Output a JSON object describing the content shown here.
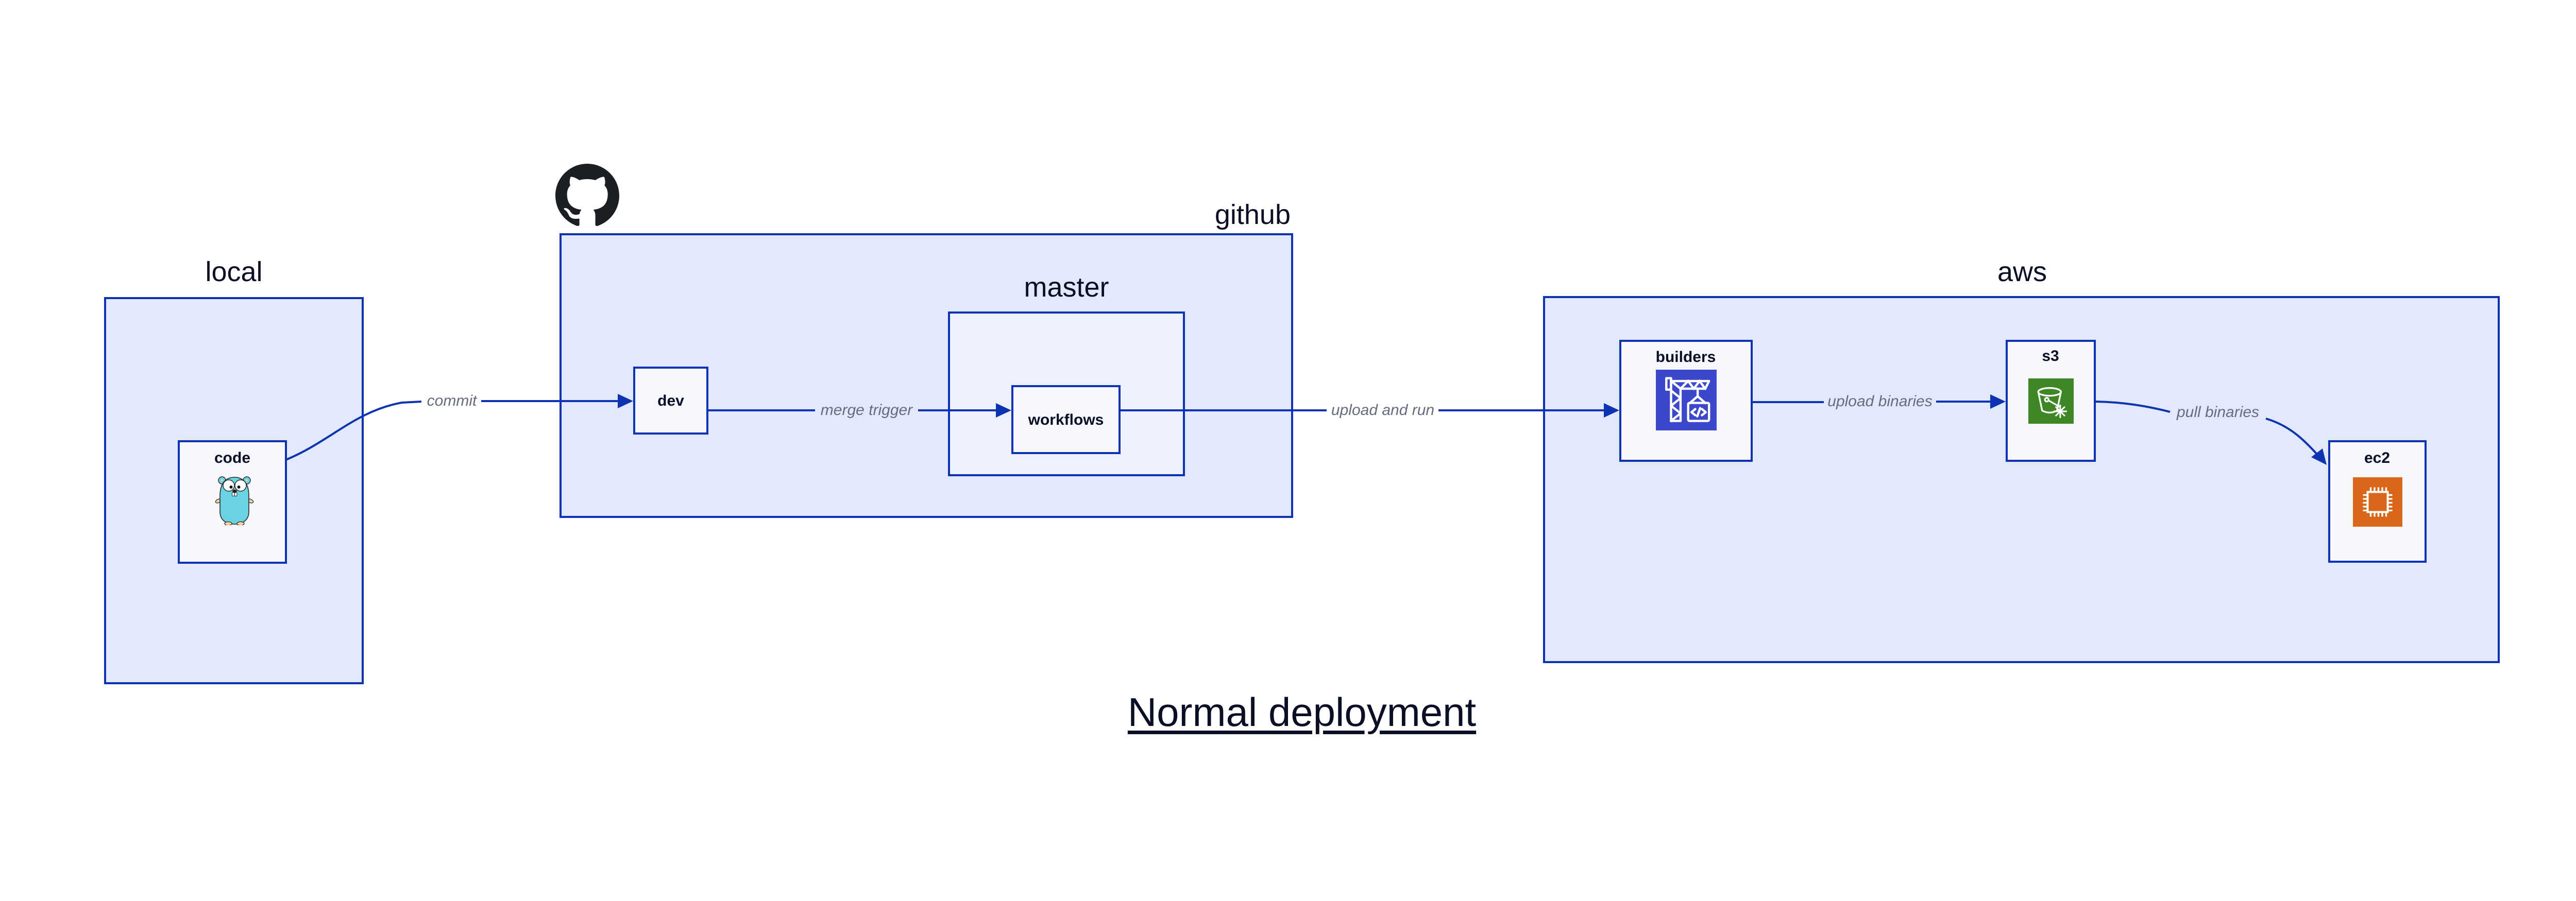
{
  "diagram_title": "Normal deployment",
  "containers": {
    "local": {
      "label": "local"
    },
    "github": {
      "label": "github"
    },
    "master": {
      "label": "master"
    },
    "aws": {
      "label": "aws"
    }
  },
  "nodes": {
    "code": {
      "label": "code",
      "icon": "go-gopher-icon"
    },
    "dev": {
      "label": "dev"
    },
    "workflows": {
      "label": "workflows"
    },
    "builders": {
      "label": "builders",
      "icon": "aws-codebuild-crane-icon"
    },
    "s3": {
      "label": "s3",
      "icon": "aws-s3-glacier-bucket-icon"
    },
    "ec2": {
      "label": "ec2",
      "icon": "aws-ec2-chip-icon"
    }
  },
  "edges": [
    {
      "from": "code",
      "to": "dev",
      "label": "commit"
    },
    {
      "from": "dev",
      "to": "workflows",
      "label": "merge trigger"
    },
    {
      "from": "workflows",
      "to": "builders",
      "label": "upload and run"
    },
    {
      "from": "builders",
      "to": "s3",
      "label": "upload binaries"
    },
    {
      "from": "s3",
      "to": "ec2",
      "label": "pull binaries"
    }
  ],
  "icons": {
    "github_logo": "github-octocat-icon"
  },
  "colors": {
    "canvas_bg": "#FFFFFF",
    "container_fill": "#E3E9FD",
    "inner_container_fill": "#EDF0FD",
    "node_fill": "#F7F8FE",
    "stroke_blue": "#0D32B2",
    "text_dark": "#0A0F25",
    "edge_label_gray": "#676C7D",
    "codebuild_icon_bg": "#3B48CC",
    "s3_icon_bg": "#3F8625",
    "ec2_icon_bg": "#D8671A",
    "gopher_teal": "#6AD3E2",
    "github_logo_black": "#1B1F23"
  }
}
